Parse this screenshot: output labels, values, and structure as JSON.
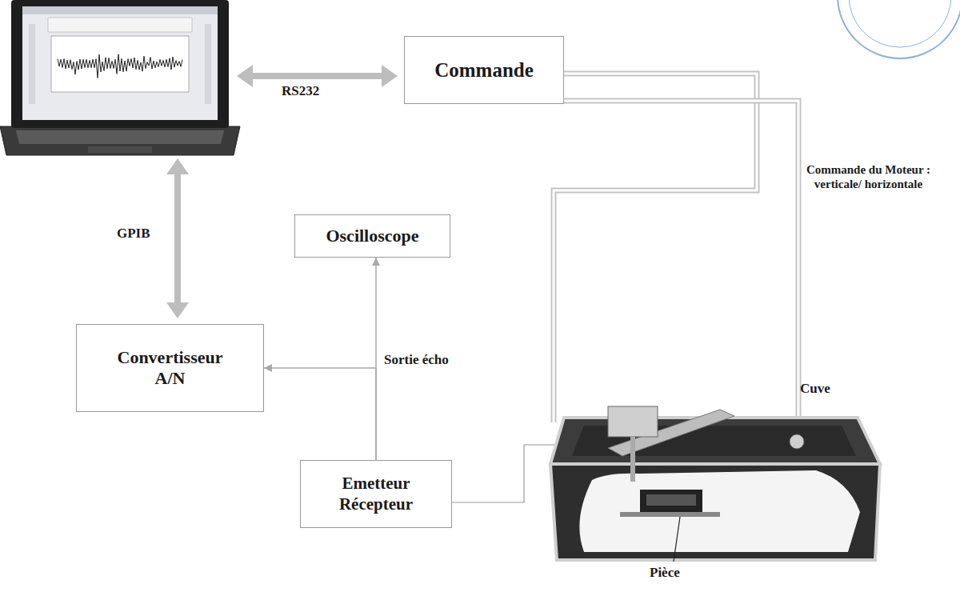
{
  "diagram": {
    "nodes": [
      {
        "text": [
          "Commande"
        ]
      },
      {
        "text": [
          "Oscilloscope"
        ]
      },
      {
        "text": [
          "Convertisseur A/N"
        ]
      },
      {
        "text": [
          "Emetteur Récepteur"
        ]
      }
    ],
    "edges": [
      {
        "from": 3,
        "to": 1,
        "arrow": "to",
        "label": "Sortie écho"
      },
      {
        "from": 3,
        "to": 2,
        "arrow": "to"
      }
    ],
    "labels": [
      "RS232",
      "GPIB",
      "Commande du Moteur : verticale/ horizontale",
      "Cuve",
      "Pièce"
    ]
  }
}
